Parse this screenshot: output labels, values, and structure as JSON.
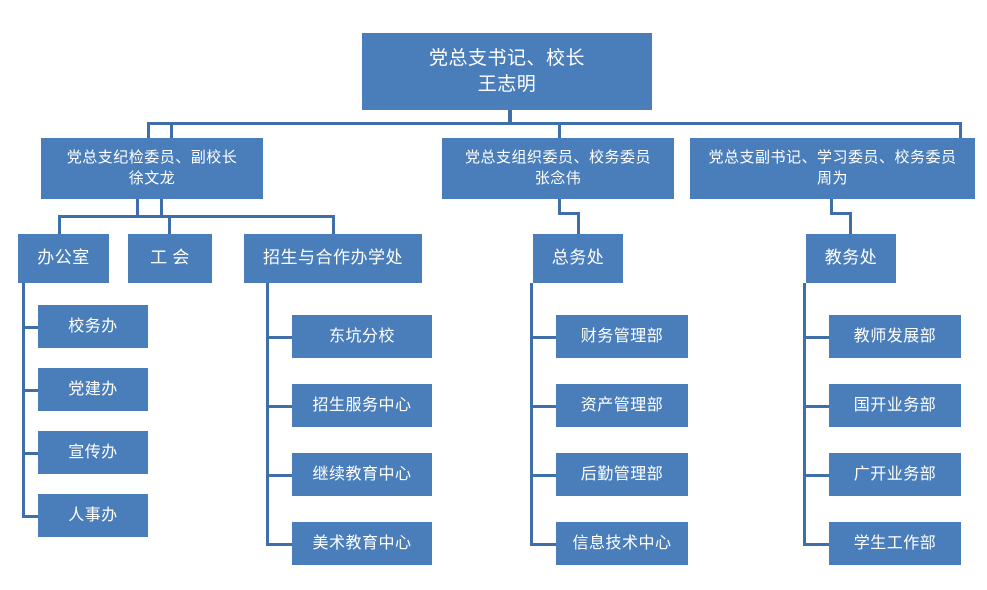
{
  "chart_data": {
    "type": "diagram",
    "subtype": "organization-chart",
    "title": "",
    "orientation": "top-down",
    "node_fill": "#4a7ebb",
    "node_text_color": "#ffffff",
    "connector_color": "#3f6fa8",
    "background": "#ffffff",
    "levels": 4
  },
  "root": {
    "title": "党总支书记、校长",
    "name": "王志明"
  },
  "level2": [
    {
      "title": "党总支纪检委员、副校长",
      "name": "徐文龙"
    },
    {
      "title": "党总支组织委员、校务委员",
      "name": "张念伟"
    },
    {
      "title": "党总支副书记、学习委员、校务委员",
      "name": "周为"
    }
  ],
  "departments": [
    {
      "label": "办公室"
    },
    {
      "label": "工 会"
    },
    {
      "label": "招生与合作办学处"
    },
    {
      "label": "总务处"
    },
    {
      "label": "教务处"
    }
  ],
  "office_units": [
    {
      "label": "校务办"
    },
    {
      "label": "党建办"
    },
    {
      "label": "宣传办"
    },
    {
      "label": "人事办"
    }
  ],
  "admissions_units": [
    {
      "label": "东坑分校"
    },
    {
      "label": "招生服务中心"
    },
    {
      "label": "继续教育中心"
    },
    {
      "label": "美术教育中心"
    }
  ],
  "general_affairs_units": [
    {
      "label": "财务管理部"
    },
    {
      "label": "资产管理部"
    },
    {
      "label": "后勤管理部"
    },
    {
      "label": "信息技术中心"
    }
  ],
  "academic_affairs_units": [
    {
      "label": "教师发展部"
    },
    {
      "label": "国开业务部"
    },
    {
      "label": "广开业务部"
    },
    {
      "label": "学生工作部"
    }
  ]
}
